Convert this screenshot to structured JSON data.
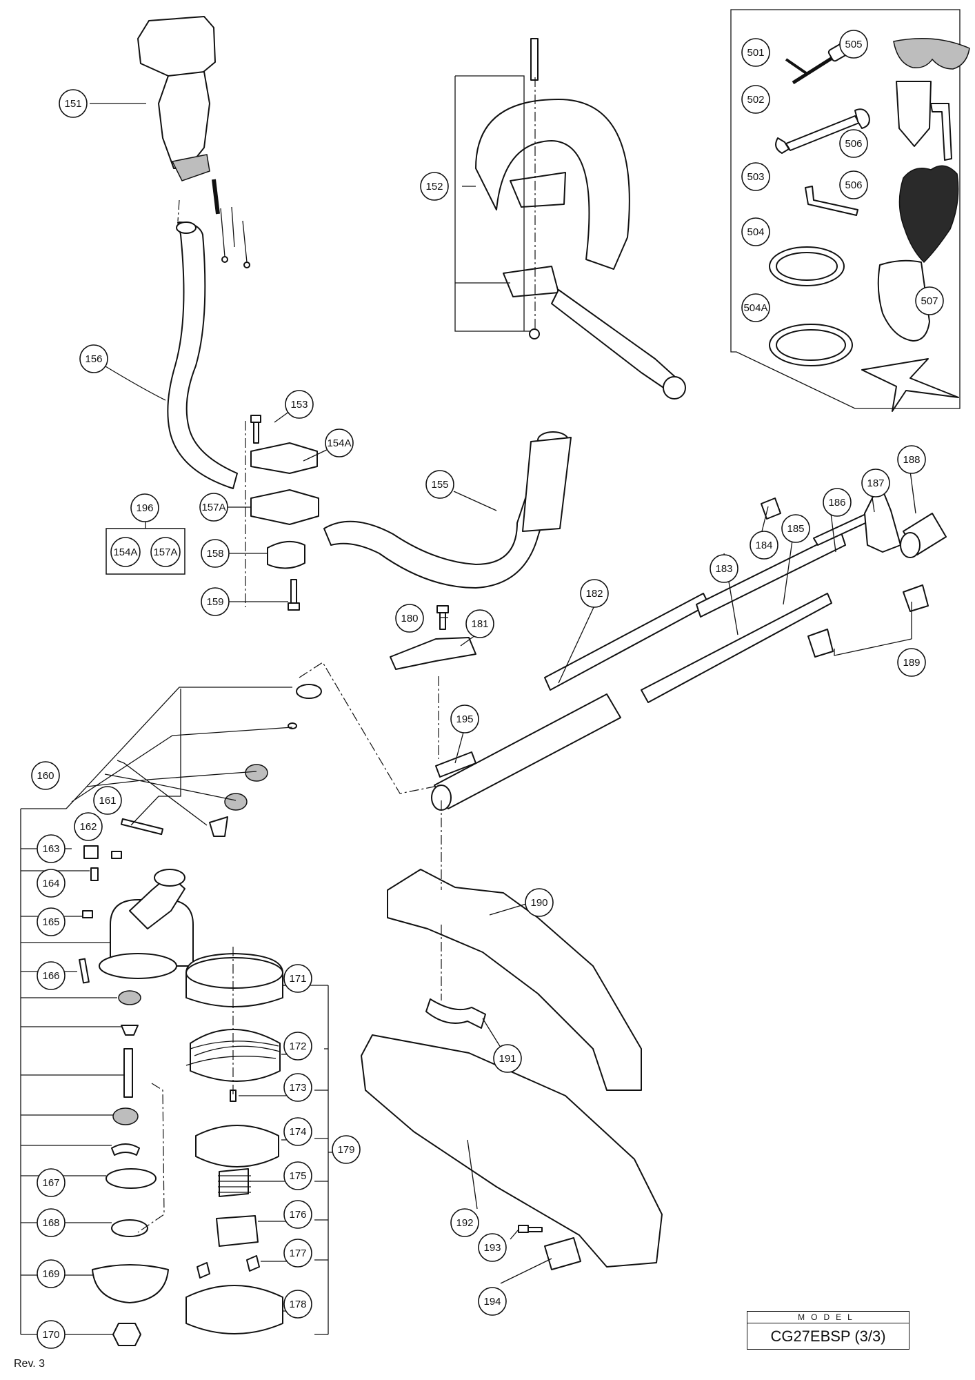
{
  "footer": {
    "revision": "Rev. 3"
  },
  "model": {
    "label": "MODEL",
    "value": "CG27EBSP (3/3)"
  },
  "callouts": [
    "151",
    "152",
    "153",
    "154A",
    "155",
    "156",
    "157A",
    "158",
    "159",
    "160",
    "161",
    "162",
    "163",
    "164",
    "165",
    "166",
    "167",
    "168",
    "169",
    "170",
    "171",
    "172",
    "173",
    "174",
    "175",
    "176",
    "177",
    "178",
    "179",
    "180",
    "181",
    "182",
    "183",
    "184",
    "185",
    "186",
    "187",
    "188",
    "189",
    "190",
    "191",
    "192",
    "193",
    "194",
    "195",
    "196",
    "501",
    "502",
    "503",
    "504",
    "504A",
    "505",
    "506",
    "506",
    "507"
  ],
  "kit_196": [
    "154A",
    "157A"
  ]
}
